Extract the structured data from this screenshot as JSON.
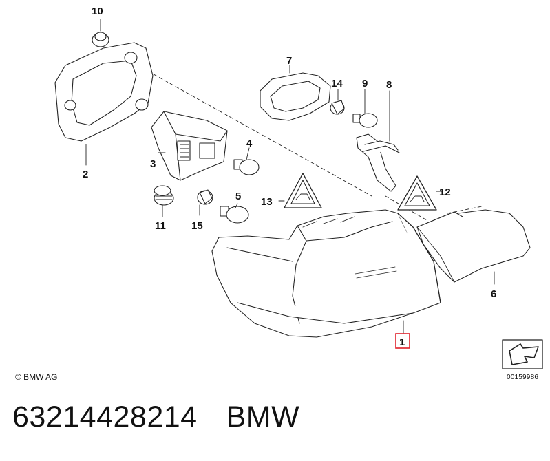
{
  "diagram": {
    "callouts": [
      {
        "id": "1",
        "label": "1",
        "highlighted": true
      },
      {
        "id": "2",
        "label": "2"
      },
      {
        "id": "3",
        "label": "3"
      },
      {
        "id": "4",
        "label": "4"
      },
      {
        "id": "5",
        "label": "5"
      },
      {
        "id": "6",
        "label": "6"
      },
      {
        "id": "7",
        "label": "7"
      },
      {
        "id": "8",
        "label": "8"
      },
      {
        "id": "9",
        "label": "9"
      },
      {
        "id": "10",
        "label": "10"
      },
      {
        "id": "11",
        "label": "11"
      },
      {
        "id": "12",
        "label": "12"
      },
      {
        "id": "13",
        "label": "13"
      },
      {
        "id": "14",
        "label": "14"
      },
      {
        "id": "15",
        "label": "15"
      }
    ],
    "highlight_color": "#e0202a",
    "copyright": "© BMW AG",
    "diagram_id": "00159986"
  },
  "footer": {
    "part_number": "63214428214",
    "brand": "BMW"
  }
}
